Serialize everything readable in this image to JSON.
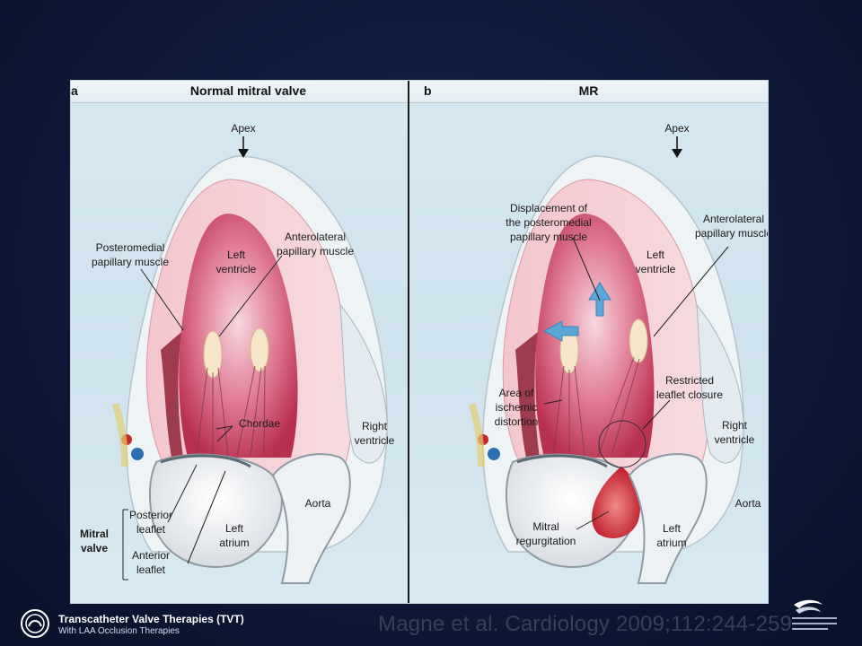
{
  "panel_a": {
    "letter": "a",
    "title": "Normal mitral valve",
    "labels": {
      "apex": "Apex",
      "posteromedial": "Posteromedial\npapillary muscle",
      "left_ventricle": "Left\nventricle",
      "anterolateral": "Anterolateral\npapillary muscle",
      "chordae": "Chordae",
      "right_ventricle": "Right\nventricle",
      "posterior_leaflet": "Posterior\nleaflet",
      "mitral_valve": "Mitral\nvalve",
      "anterior_leaflet": "Anterior\nleaflet",
      "left_atrium": "Left\natrium",
      "aorta": "Aorta"
    }
  },
  "panel_b": {
    "letter": "b",
    "title": "MR",
    "labels": {
      "apex": "Apex",
      "displacement": "Displacement of\nthe posteromedial\npapillary muscle",
      "left_ventricle": "Left\nventricle",
      "anterolateral": "Anterolateral\npapillary muscle",
      "restricted": "Restricted\nleaflet closure",
      "ischemic": "Area of\nischemic\ndistortion",
      "right_ventricle": "Right\nventricle",
      "mitral_regurgitation": "Mitral\nregurgitation",
      "left_atrium": "Left\natrium",
      "aorta": "Aorta"
    }
  },
  "footer": {
    "title": "Transcatheter Valve Therapies (TVT)",
    "subtitle": "With LAA Occlusion Therapies",
    "citation": "Magne et al. Cardiology  2009;112:244-259"
  },
  "icons": {
    "footer_logo": "tvt-logo-icon",
    "corner_logo": "society-logo-icon"
  },
  "colors": {
    "background": "#0e1a38",
    "muscle": "#e8a0ab",
    "ventricle": "#d0476a",
    "arrow": "#5aa6d8"
  }
}
